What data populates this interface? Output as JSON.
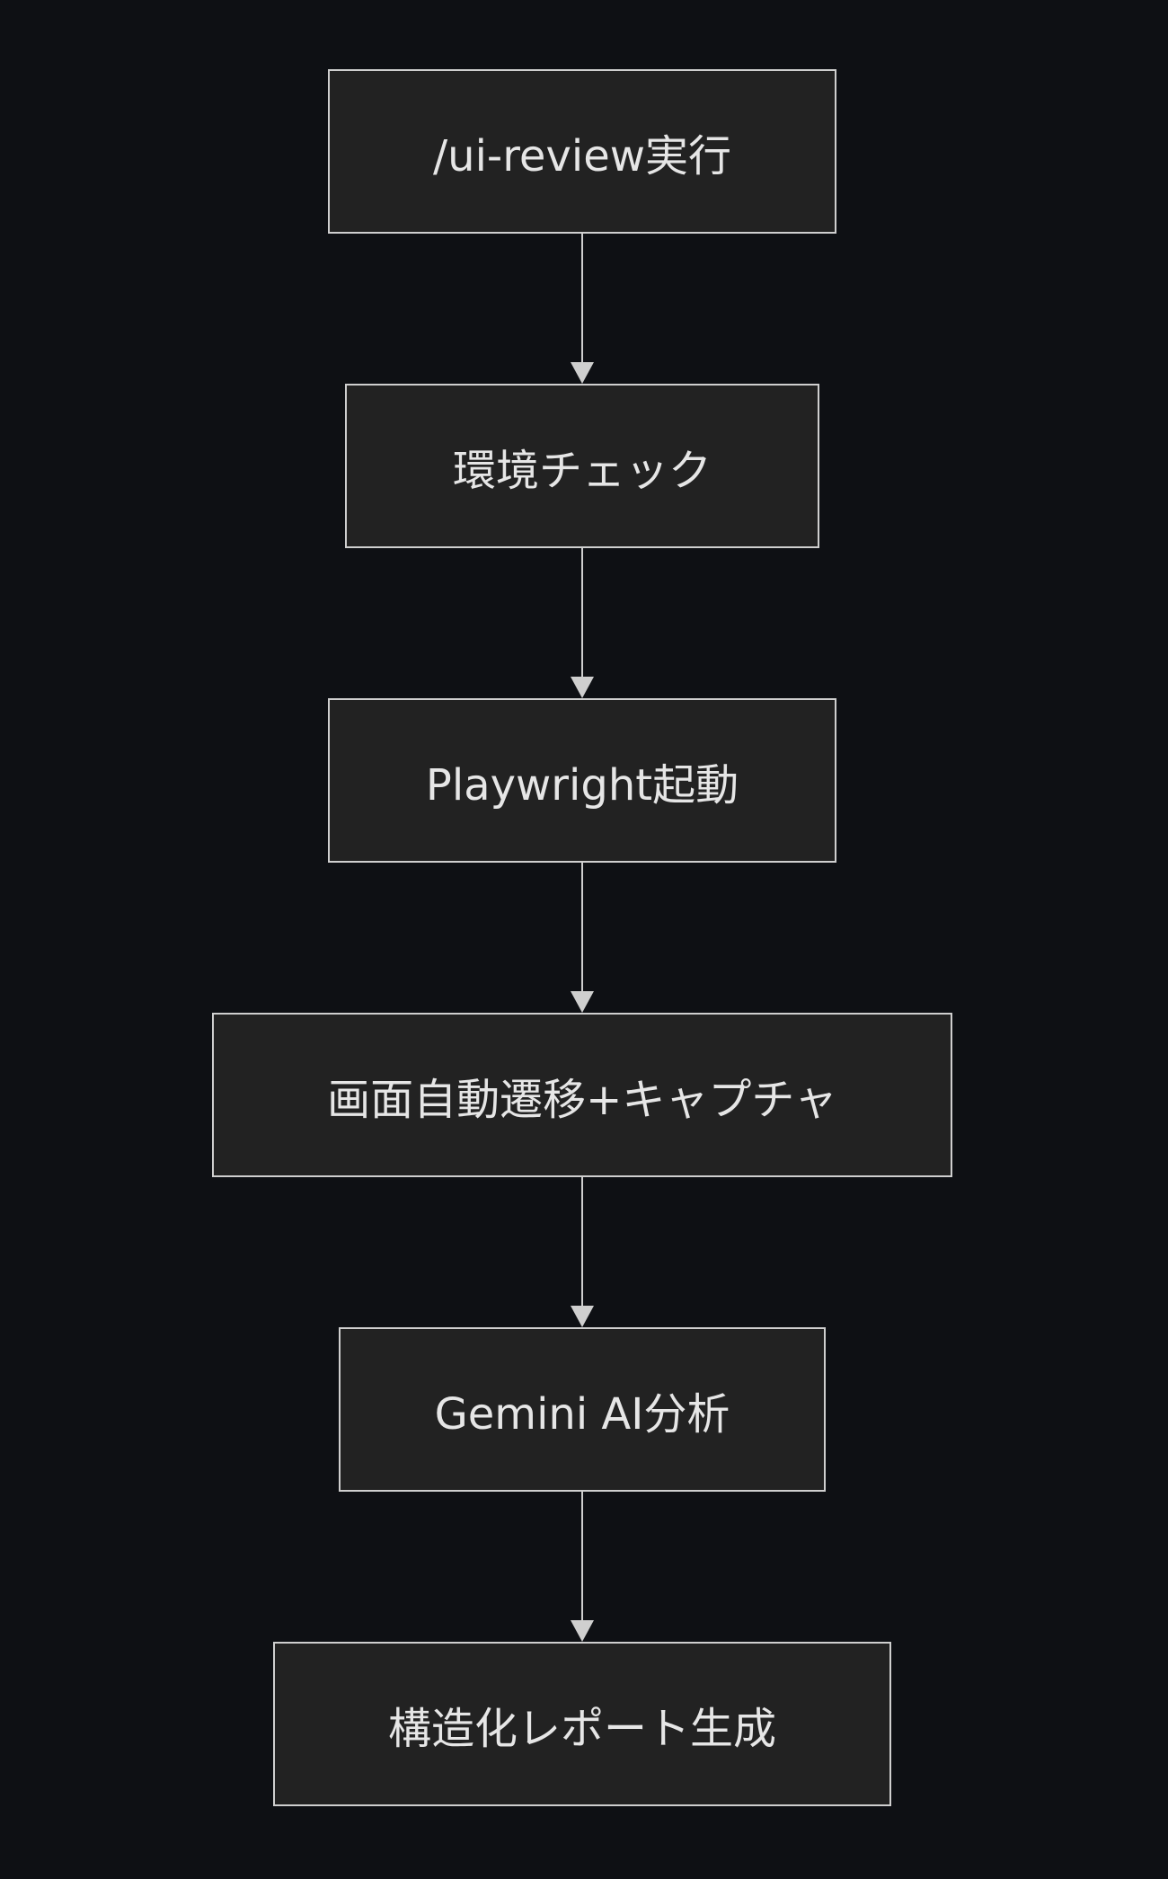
{
  "diagram": {
    "type": "flowchart",
    "direction": "top-to-bottom",
    "colors": {
      "background": "#0e1014",
      "node_fill": "#222222",
      "node_border": "#cfcfcf",
      "text": "#e6e6e6",
      "edge": "#cfcfcf"
    },
    "nodes": [
      {
        "id": "n1",
        "label": "/ui-review実行"
      },
      {
        "id": "n2",
        "label": "環境チェック"
      },
      {
        "id": "n3",
        "label": "Playwright起動"
      },
      {
        "id": "n4",
        "label": "画面自動遷移+キャプチャ"
      },
      {
        "id": "n5",
        "label": "Gemini AI分析"
      },
      {
        "id": "n6",
        "label": "構造化レポート生成"
      }
    ],
    "edges": [
      {
        "from": "n1",
        "to": "n2"
      },
      {
        "from": "n2",
        "to": "n3"
      },
      {
        "from": "n3",
        "to": "n4"
      },
      {
        "from": "n4",
        "to": "n5"
      },
      {
        "from": "n5",
        "to": "n6"
      }
    ]
  }
}
